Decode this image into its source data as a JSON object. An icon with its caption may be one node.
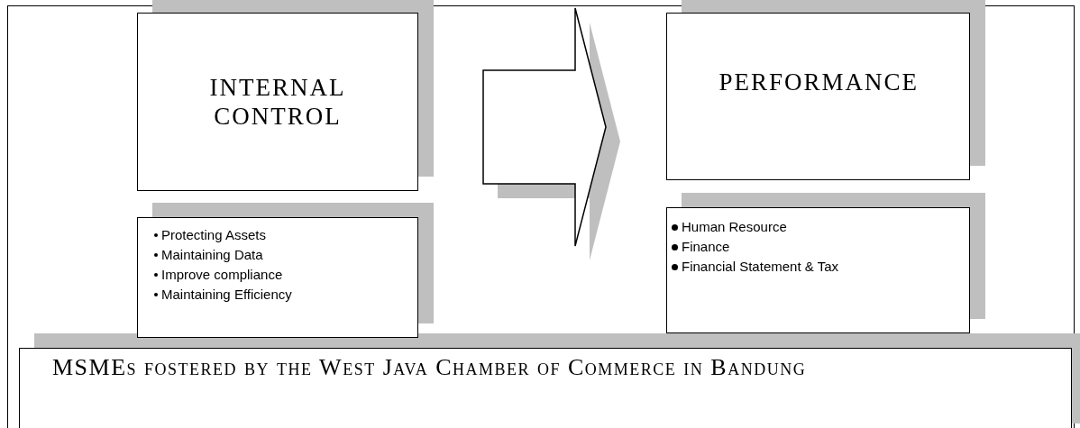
{
  "diagram": {
    "nodes": [
      {
        "text": [
          "INTERNAL CONTROL"
        ]
      },
      {
        "text": [
          "Protecting Assets",
          "Maintaining Data",
          "Improve compliance",
          "Maintaining Efficiency"
        ]
      },
      {
        "text": [
          "PERFORMANCE"
        ]
      },
      {
        "text": [
          "Human Resource",
          "Finance",
          "Financial Statement & Tax"
        ]
      },
      {
        "text": [
          "MSMEs fostered by the West Java Chamber of Commerce in Bandung"
        ]
      }
    ],
    "edges": [
      {
        "from": 0,
        "to": 2,
        "arrow": "to"
      }
    ]
  }
}
